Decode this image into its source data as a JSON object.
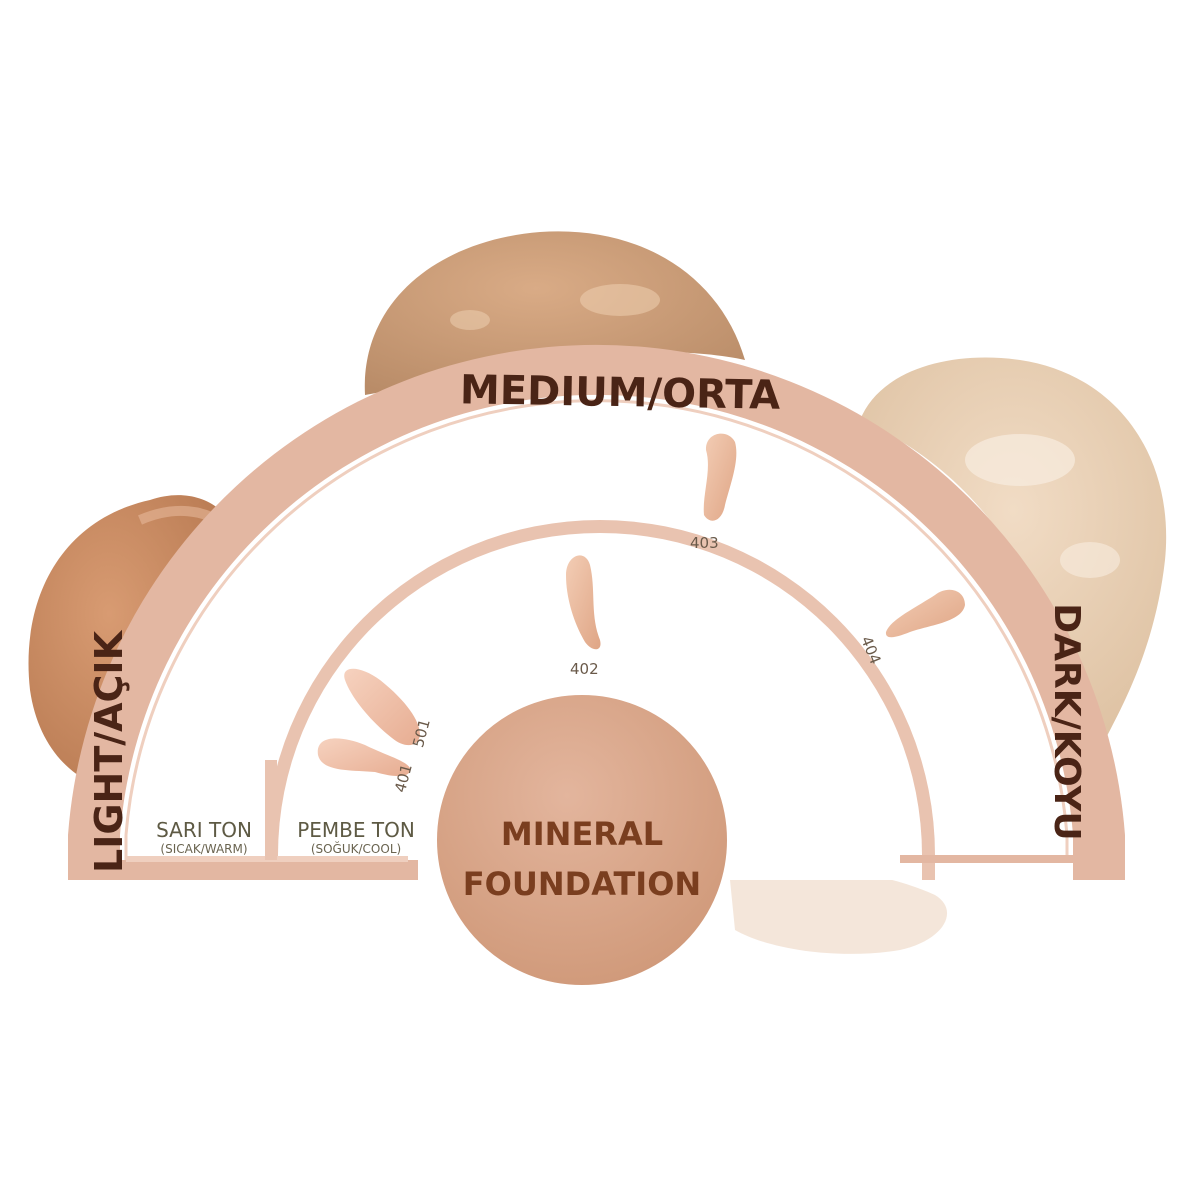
{
  "labels": {
    "medium": "MEDIUM/ORTA",
    "light": "LIGHT/AÇIK",
    "dark": "DARK/KOYU",
    "sari_ton": "SARI TON",
    "sari_sub": "(SICAK/WARM)",
    "pembe_ton": "PEMBE TON",
    "pembe_sub": "(SOĞUK/COOL)",
    "center_line1": "MINERAL",
    "center_line2": "FOUNDATION"
  },
  "shades": {
    "s401": "401",
    "s501": "501",
    "s402": "402",
    "s403": "403",
    "s404": "404"
  },
  "colors": {
    "band": "#e5b9a4",
    "band_inner": "#efcbb9",
    "center": "#d9a58a",
    "text_dark": "#4a2416",
    "text_brown": "#7a3e1f",
    "text_olive": "#5e5a44",
    "swatch_light": "#f2c7b3",
    "swatch_mid": "#eab59c"
  }
}
